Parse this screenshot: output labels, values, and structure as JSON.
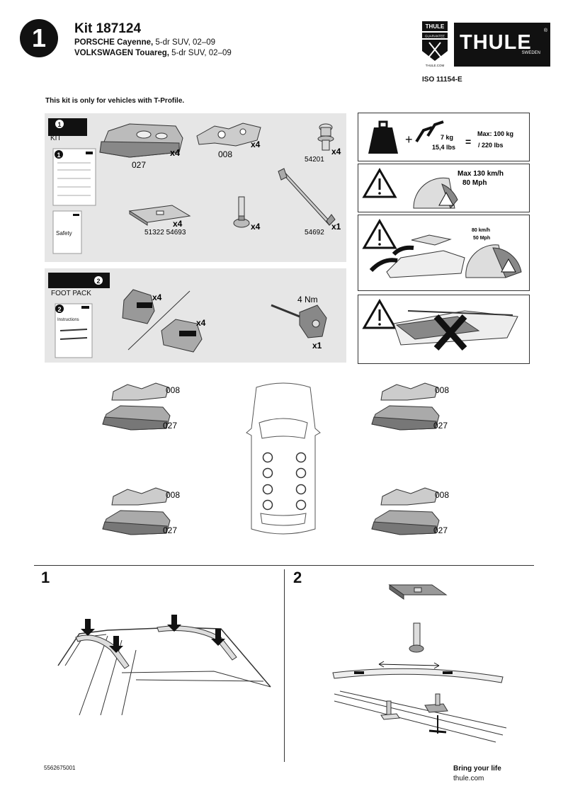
{
  "header": {
    "step_number": "1",
    "kit_title": "Kit 187124",
    "vehicles": [
      {
        "make": "PORSCHE Cayenne,",
        "detail": " 5-dr SUV, 02–09"
      },
      {
        "make": "VOLKSWAGEN Touareg,",
        "detail": " 5-dr SUV, 02–09"
      }
    ],
    "guarantee_badge_top": "THULE",
    "guarantee_badge_mid": "GUARANTEE",
    "guarantee_badge_url": "THULE.COM",
    "logo_text": "THULE",
    "logo_sub": "SWEDEN",
    "iso": "ISO 11154-E"
  },
  "note": "This kit is only for vehicles with T-Profile.",
  "kit_panel": {
    "tab_num": "1",
    "tab_label": "KIT",
    "instr_num": "1",
    "safety_label": "Safety",
    "parts": [
      {
        "code": "027",
        "qty": "x4"
      },
      {
        "code": "008",
        "qty": "x4"
      },
      {
        "code": "54201",
        "qty": "x4"
      },
      {
        "code": "51322 54693",
        "qty": "x4"
      },
      {
        "code": "",
        "qty": "x4"
      },
      {
        "code": "54692",
        "qty": "x1"
      }
    ]
  },
  "foot_panel": {
    "tab_num": "2",
    "tab_label": "FOOT PACK",
    "instr_num": "2",
    "instructions_label": "Instructions",
    "qty_a": "x4",
    "qty_b": "x4",
    "torque": "4 Nm",
    "tool_qty": "x1"
  },
  "warnings": {
    "load_weight": "7 kg",
    "load_weight_lbs": "15,4 lbs",
    "equals": "=",
    "max_load": "Max: 100 kg",
    "max_load_lbs": "/ 220 lbs",
    "max_speed": "Max  130 km/h",
    "max_speed_mph": "80 Mph",
    "speed2_kmh": "80 km/h",
    "speed2_mph": "50 Mph"
  },
  "positions": {
    "upper_code": "008",
    "lower_code": "027"
  },
  "steps": [
    {
      "num": "1"
    },
    {
      "num": "2"
    }
  ],
  "footer": {
    "code": "5562675001",
    "slogan": "Bring your life",
    "url": "thule.com"
  }
}
